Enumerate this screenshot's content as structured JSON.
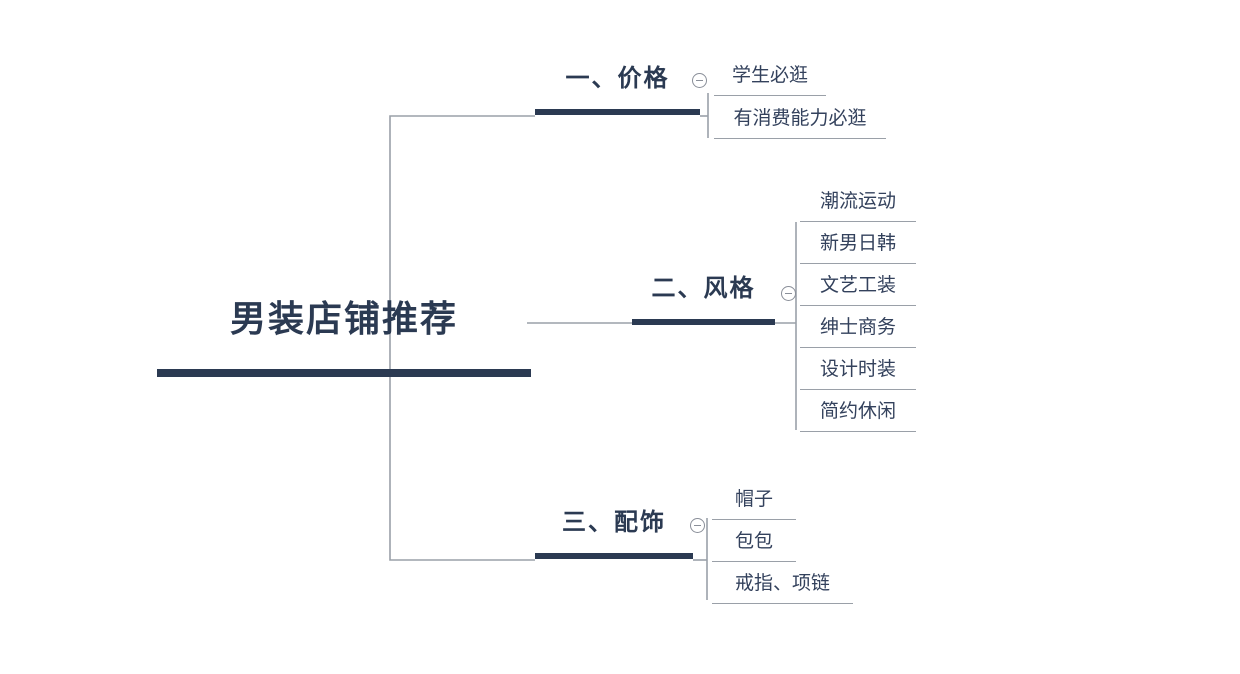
{
  "map": {
    "root": {
      "label": "男装店铺推荐",
      "accent_color": "#2b3a52",
      "wire_color": "#9aa0a8",
      "leaf_text_color": "#33415c"
    },
    "branches": [
      {
        "label": "一、价格",
        "toggle_icon": "collapse-minus-circle",
        "children": [
          {
            "label": "学生必逛"
          },
          {
            "label": "有消费能力必逛"
          }
        ]
      },
      {
        "label": "二、风格",
        "toggle_icon": "collapse-minus-circle",
        "children": [
          {
            "label": "潮流运动"
          },
          {
            "label": "新男日韩"
          },
          {
            "label": "文艺工装"
          },
          {
            "label": "绅士商务"
          },
          {
            "label": "设计时装"
          },
          {
            "label": "简约休闲"
          }
        ]
      },
      {
        "label": "三、配饰",
        "toggle_icon": "collapse-minus-circle",
        "children": [
          {
            "label": "帽子"
          },
          {
            "label": "包包"
          },
          {
            "label": "戒指、项链"
          }
        ]
      }
    ]
  }
}
